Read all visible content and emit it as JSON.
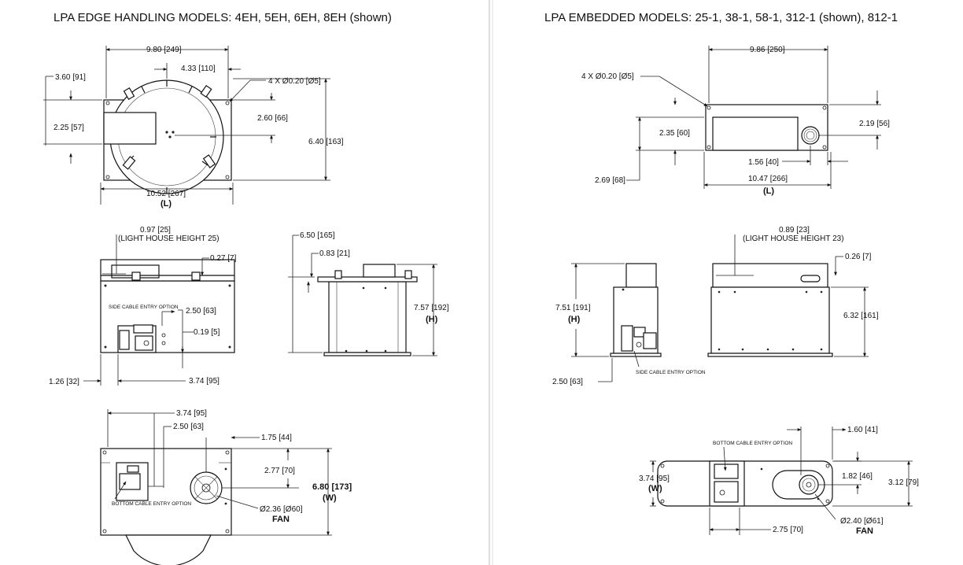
{
  "left": {
    "title": "LPA EDGE HANDLING MODELS: 4EH, 5EH, 6EH, 8EH (shown)",
    "top_view": {
      "width": "9.80 [249]",
      "offset_a": "4.33 [110]",
      "left_a": "3.60 [91]",
      "holes": "4 X Ø0.20 [Ø5]",
      "left_b": "2.25 [57]",
      "center_y": "2.60 [66]",
      "height": "6.40 [163]",
      "length": "10.52 [267]",
      "length_tag": "(L)"
    },
    "front_view": {
      "lh_dim": "0.97 [25]",
      "lh_note": "(LIGHT HOUSE HEIGHT 25)",
      "top_offset": "0.27 [7]",
      "cable_note": "SIDE CABLE ENTRY OPTION",
      "conn_height": "2.50 [63]",
      "conn_gap": "0.19 [5]",
      "left_offset": "1.26 [32]",
      "conn_width": "3.74 [95]"
    },
    "side_view": {
      "depth": "6.50 [165]",
      "top_gap": "0.83 [21]",
      "height": "7.57 [192]",
      "height_tag": "(H)"
    },
    "bottom_view": {
      "a": "3.74 [95]",
      "b": "2.50 [63]",
      "c": "1.75 [44]",
      "d": "2.77 [70]",
      "width": "6.80 [173]",
      "width_tag": "(W)",
      "fan_dia": "Ø2.36 [Ø60]",
      "fan": "FAN",
      "cable_note": "BOTTOM CABLE ENTRY OPTION"
    }
  },
  "right": {
    "title": "LPA EMBEDDED MODELS: 25-1, 38-1, 58-1, 312-1 (shown), 812-1",
    "top_view": {
      "width": "9.86 [250]",
      "holes": "4 X Ø0.20 [Ø5]",
      "a": "2.35 [60]",
      "b": "2.19 [56]",
      "c": "1.56 [40]",
      "d": "2.69 [68]",
      "length": "10.47 [266]",
      "length_tag": "(L)"
    },
    "front_view": {
      "lh_dim": "0.89 [23]",
      "lh_note": "(LIGHT HOUSE HEIGHT 23)",
      "top_offset": "0.26 [7]",
      "height_total": "7.51 [191]",
      "height_tag": "(H)",
      "body_height": "6.32 [161]",
      "conn": "2.50 [63]",
      "cable_note": "SIDE CABLE ENTRY OPTION"
    },
    "bottom_view": {
      "cable_note": "BOTTOM CABLE ENTRY OPTION",
      "a": "1.60 [41]",
      "w": "3.74 [95]",
      "w_tag": "(W)",
      "b": "1.82 [46]",
      "c": "3.12 [79]",
      "d": "2.75 [70]",
      "fan_dia": "Ø2.40 [Ø61]",
      "fan": "FAN"
    }
  }
}
